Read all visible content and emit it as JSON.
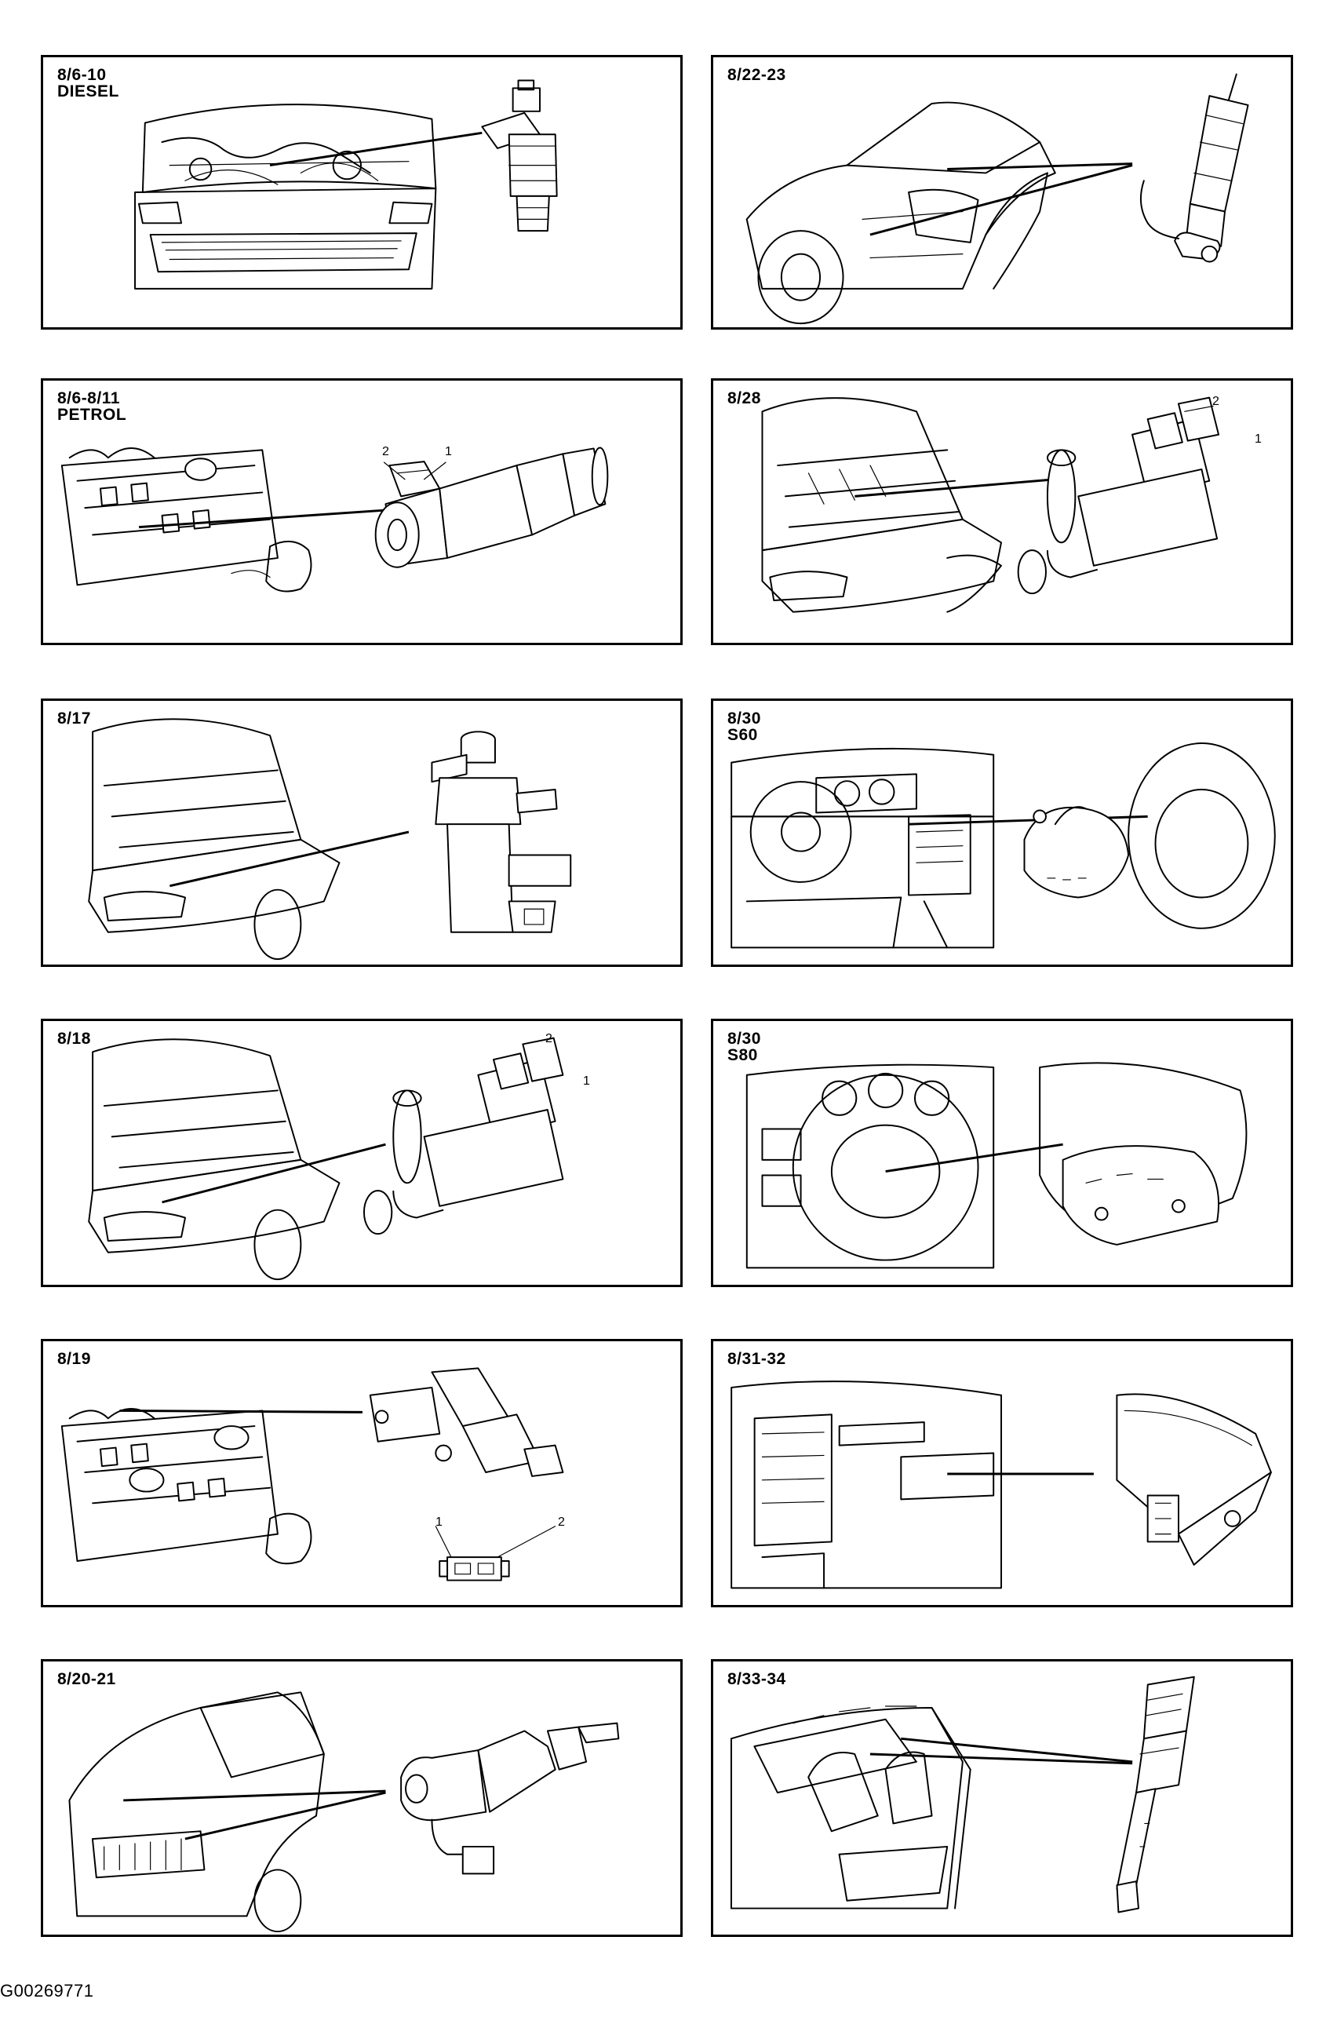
{
  "figure_id": "G00269771",
  "panels": [
    {
      "id": "p1",
      "label": "8/6-10",
      "sub": "DIESEL",
      "callouts": []
    },
    {
      "id": "p2",
      "label": "8/22-23",
      "sub": "",
      "callouts": []
    },
    {
      "id": "p3",
      "label": "8/6-8/11",
      "sub": "PETROL",
      "callouts": [
        "2",
        "1"
      ]
    },
    {
      "id": "p4",
      "label": "8/28",
      "sub": "",
      "callouts": [
        "2",
        "1"
      ]
    },
    {
      "id": "p5",
      "label": "8/17",
      "sub": "",
      "callouts": []
    },
    {
      "id": "p6",
      "label": "8/30",
      "sub": "S60",
      "callouts": []
    },
    {
      "id": "p7",
      "label": "8/18",
      "sub": "",
      "callouts": [
        "2",
        "1"
      ]
    },
    {
      "id": "p8",
      "label": "8/30",
      "sub": "S80",
      "callouts": []
    },
    {
      "id": "p9",
      "label": "8/19",
      "sub": "",
      "callouts": [
        "1",
        "2"
      ]
    },
    {
      "id": "p10",
      "label": "8/31-32",
      "sub": "",
      "callouts": []
    },
    {
      "id": "p11",
      "label": "8/20-21",
      "sub": "",
      "callouts": []
    },
    {
      "id": "p12",
      "label": "8/33-34",
      "sub": "",
      "callouts": []
    }
  ],
  "components": {
    "p1": "diesel-injector-icon",
    "p2": "shock-absorber-icon",
    "p3": "fuel-injector-icon",
    "p4": "solenoid-valve-icon",
    "p5": "vacuum-valve-icon",
    "p6": "airbag-steering-wheel-icon",
    "p7": "solenoid-valve-icon",
    "p8": "airbag-steering-wheel-icon",
    "p9": "idle-air-valve-icon",
    "p10": "passenger-airbag-icon",
    "p11": "steering-lock-icon",
    "p12": "seatbelt-tensioner-icon"
  }
}
